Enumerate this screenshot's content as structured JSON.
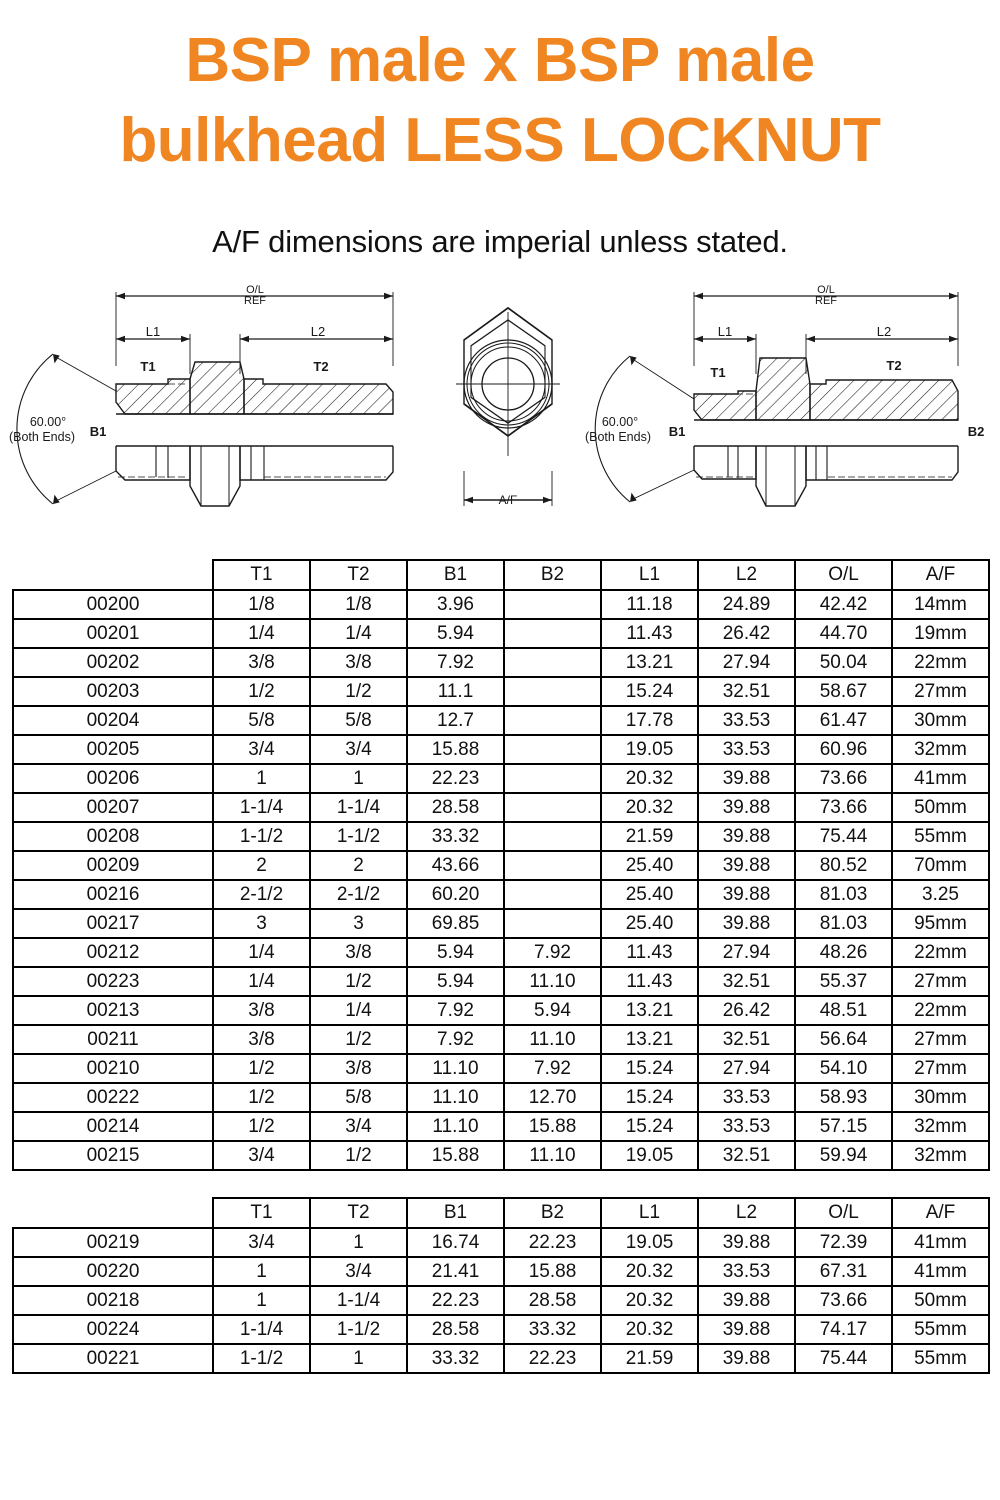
{
  "header": {
    "title_line1": "BSP male x BSP male",
    "title_line2": "bulkhead LESS LOCKNUT",
    "subtitle": "A/F dimensions are imperial unless stated.",
    "accent_color": "#F08622"
  },
  "drawings": {
    "left": {
      "name": "sectional-side-view-left",
      "overall_label_line1": "O/L",
      "overall_label_line2": "REF",
      "dim_l1": "L1",
      "dim_l2": "L2",
      "thread_t1": "T1",
      "thread_t2": "T2",
      "bore_b1": "B1",
      "angle_line1": "60.00°",
      "angle_line2": "(Both Ends)"
    },
    "middle": {
      "name": "hex-end-view",
      "dim_af": "A/F"
    },
    "right": {
      "name": "sectional-side-view-right",
      "overall_label_line1": "O/L",
      "overall_label_line2": "REF",
      "dim_l1": "L1",
      "dim_l2": "L2",
      "thread_t1": "T1",
      "thread_t2": "T2",
      "bore_b1": "B1",
      "bore_b2": "B2",
      "angle_line1": "60.00°",
      "angle_line2": "(Both Ends)"
    }
  },
  "table1": {
    "columns": [
      "",
      "T1",
      "T2",
      "B1",
      "B2",
      "L1",
      "L2",
      "O/L",
      "A/F"
    ],
    "rows": [
      [
        "00200",
        "1/8",
        "1/8",
        "3.96",
        "",
        "11.18",
        "24.89",
        "42.42",
        "14mm"
      ],
      [
        "00201",
        "1/4",
        "1/4",
        "5.94",
        "",
        "11.43",
        "26.42",
        "44.70",
        "19mm"
      ],
      [
        "00202",
        "3/8",
        "3/8",
        "7.92",
        "",
        "13.21",
        "27.94",
        "50.04",
        "22mm"
      ],
      [
        "00203",
        "1/2",
        "1/2",
        "11.1",
        "",
        "15.24",
        "32.51",
        "58.67",
        "27mm"
      ],
      [
        "00204",
        "5/8",
        "5/8",
        "12.7",
        "",
        "17.78",
        "33.53",
        "61.47",
        "30mm"
      ],
      [
        "00205",
        "3/4",
        "3/4",
        "15.88",
        "",
        "19.05",
        "33.53",
        "60.96",
        "32mm"
      ],
      [
        "00206",
        "1",
        "1",
        "22.23",
        "",
        "20.32",
        "39.88",
        "73.66",
        "41mm"
      ],
      [
        "00207",
        "1-1/4",
        "1-1/4",
        "28.58",
        "",
        "20.32",
        "39.88",
        "73.66",
        "50mm"
      ],
      [
        "00208",
        "1-1/2",
        "1-1/2",
        "33.32",
        "",
        "21.59",
        "39.88",
        "75.44",
        "55mm"
      ],
      [
        "00209",
        "2",
        "2",
        "43.66",
        "",
        "25.40",
        "39.88",
        "80.52",
        "70mm"
      ],
      [
        "00216",
        "2-1/2",
        "2-1/2",
        "60.20",
        "",
        "25.40",
        "39.88",
        "81.03",
        "3.25"
      ],
      [
        "00217",
        "3",
        "3",
        "69.85",
        "",
        "25.40",
        "39.88",
        "81.03",
        "95mm"
      ],
      [
        "00212",
        "1/4",
        "3/8",
        "5.94",
        "7.92",
        "11.43",
        "27.94",
        "48.26",
        "22mm"
      ],
      [
        "00223",
        "1/4",
        "1/2",
        "5.94",
        "11.10",
        "11.43",
        "32.51",
        "55.37",
        "27mm"
      ],
      [
        "00213",
        "3/8",
        "1/4",
        "7.92",
        "5.94",
        "13.21",
        "26.42",
        "48.51",
        "22mm"
      ],
      [
        "00211",
        "3/8",
        "1/2",
        "7.92",
        "11.10",
        "13.21",
        "32.51",
        "56.64",
        "27mm"
      ],
      [
        "00210",
        "1/2",
        "3/8",
        "11.10",
        "7.92",
        "15.24",
        "27.94",
        "54.10",
        "27mm"
      ],
      [
        "00222",
        "1/2",
        "5/8",
        "11.10",
        "12.70",
        "15.24",
        "33.53",
        "58.93",
        "30mm"
      ],
      [
        "00214",
        "1/2",
        "3/4",
        "11.10",
        "15.88",
        "15.24",
        "33.53",
        "57.15",
        "32mm"
      ],
      [
        "00215",
        "3/4",
        "1/2",
        "15.88",
        "11.10",
        "19.05",
        "32.51",
        "59.94",
        "32mm"
      ]
    ]
  },
  "table2": {
    "columns": [
      "",
      "T1",
      "T2",
      "B1",
      "B2",
      "L1",
      "L2",
      "O/L",
      "A/F"
    ],
    "rows": [
      [
        "00219",
        "3/4",
        "1",
        "16.74",
        "22.23",
        "19.05",
        "39.88",
        "72.39",
        "41mm"
      ],
      [
        "00220",
        "1",
        "3/4",
        "21.41",
        "15.88",
        "20.32",
        "33.53",
        "67.31",
        "41mm"
      ],
      [
        "00218",
        "1",
        "1-1/4",
        "22.23",
        "28.58",
        "20.32",
        "39.88",
        "73.66",
        "50mm"
      ],
      [
        "00224",
        "1-1/4",
        "1-1/2",
        "28.58",
        "33.32",
        "20.32",
        "39.88",
        "74.17",
        "55mm"
      ],
      [
        "00221",
        "1-1/2",
        "1",
        "33.32",
        "22.23",
        "21.59",
        "39.88",
        "75.44",
        "55mm"
      ]
    ]
  }
}
